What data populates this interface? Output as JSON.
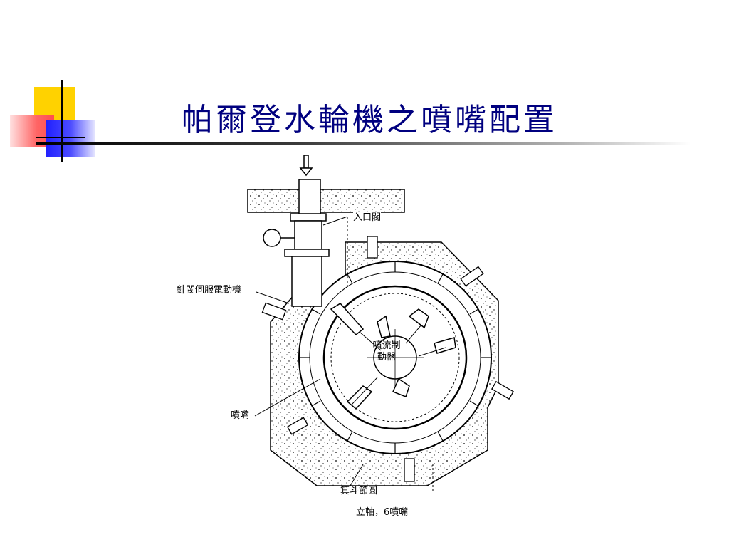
{
  "slide": {
    "title": "帕爾登水輪機之噴嘴配置"
  },
  "diagram": {
    "labels": {
      "inlet_valve": "入口閥",
      "needle_servo": "針閥伺服電動機",
      "deflector": "噴流制動器",
      "nozzle": "噴嘴",
      "bucket_circle": "箕斗節圓",
      "caption": "立軸，6噴嘴"
    }
  },
  "colors": {
    "title": "#00007f",
    "deco_yellow": "#ffd200",
    "deco_red": "#ff6666",
    "deco_blue": "#3333ff"
  }
}
